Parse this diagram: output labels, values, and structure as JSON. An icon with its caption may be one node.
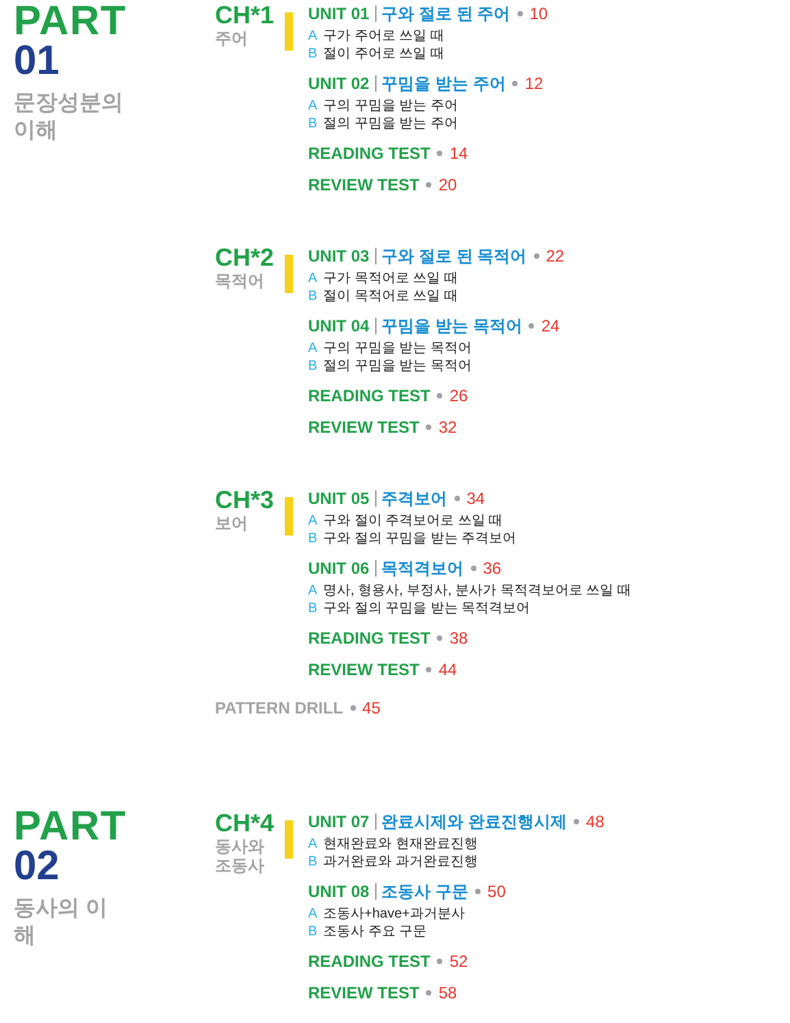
{
  "diagram": {
    "labels": [
      "PART",
      "01",
      "문장성분의 이해",
      "CH*1",
      "주어",
      "UNIT 01",
      "구와 절로 된 주어",
      "10",
      "A",
      "구가 주어로 쓰일 때",
      "B",
      "절이 주어로 쓰일 때",
      "UNIT 02",
      "꾸밈을 받는 주어",
      "12",
      "A",
      "구의 꾸밈을 받는 주어",
      "B",
      "절의 꾸밈을 받는 주어",
      "READING TEST",
      "14",
      "REVIEW TEST",
      "20",
      "CH*2",
      "목적어",
      "UNIT 03",
      "구와 절로 된 목적어",
      "22",
      "A",
      "구가 목적어로 쓰일 때",
      "B",
      "절이 목적어로 쓰일 때",
      "UNIT 04",
      "꾸밈을 받는 목적어",
      "24",
      "A",
      "구의 꾸밈을 받는 목적어",
      "B",
      "절의 꾸밈을 받는 목적어",
      "READING TEST",
      "26",
      "REVIEW TEST",
      "32",
      "CH*3",
      "보어",
      "UNIT 05",
      "주격보어",
      "34",
      "A",
      "구와 절이 주격보어로 쓰일 때",
      "B",
      "구와 절의 꾸밈을 받는 주격보어",
      "UNIT 06",
      "목적격보어",
      "36",
      "A",
      "명사, 형용사, 부정사, 분사가 목적격보어로 쓰일 때",
      "B",
      "구와 절의 꾸밈을 받는 목적격보어",
      "READING TEST",
      "38",
      "REVIEW TEST",
      "44",
      "PATTERN DRILL",
      "45",
      "PART",
      "02",
      "동사의 이해",
      "CH*4",
      "동사와 조동사",
      "UNIT 07",
      "완료시제와 완료진행시제",
      "48",
      "A",
      "현재완료와 현재완료진행",
      "B",
      "과거완료와 과거완료진행",
      "UNIT 08",
      "조동사 구문",
      "50",
      "A",
      "조동사+have+과거분사",
      "B",
      "조동사 주요 구문",
      "READING TEST",
      "52",
      "REVIEW TEST",
      "58"
    ]
  }
}
